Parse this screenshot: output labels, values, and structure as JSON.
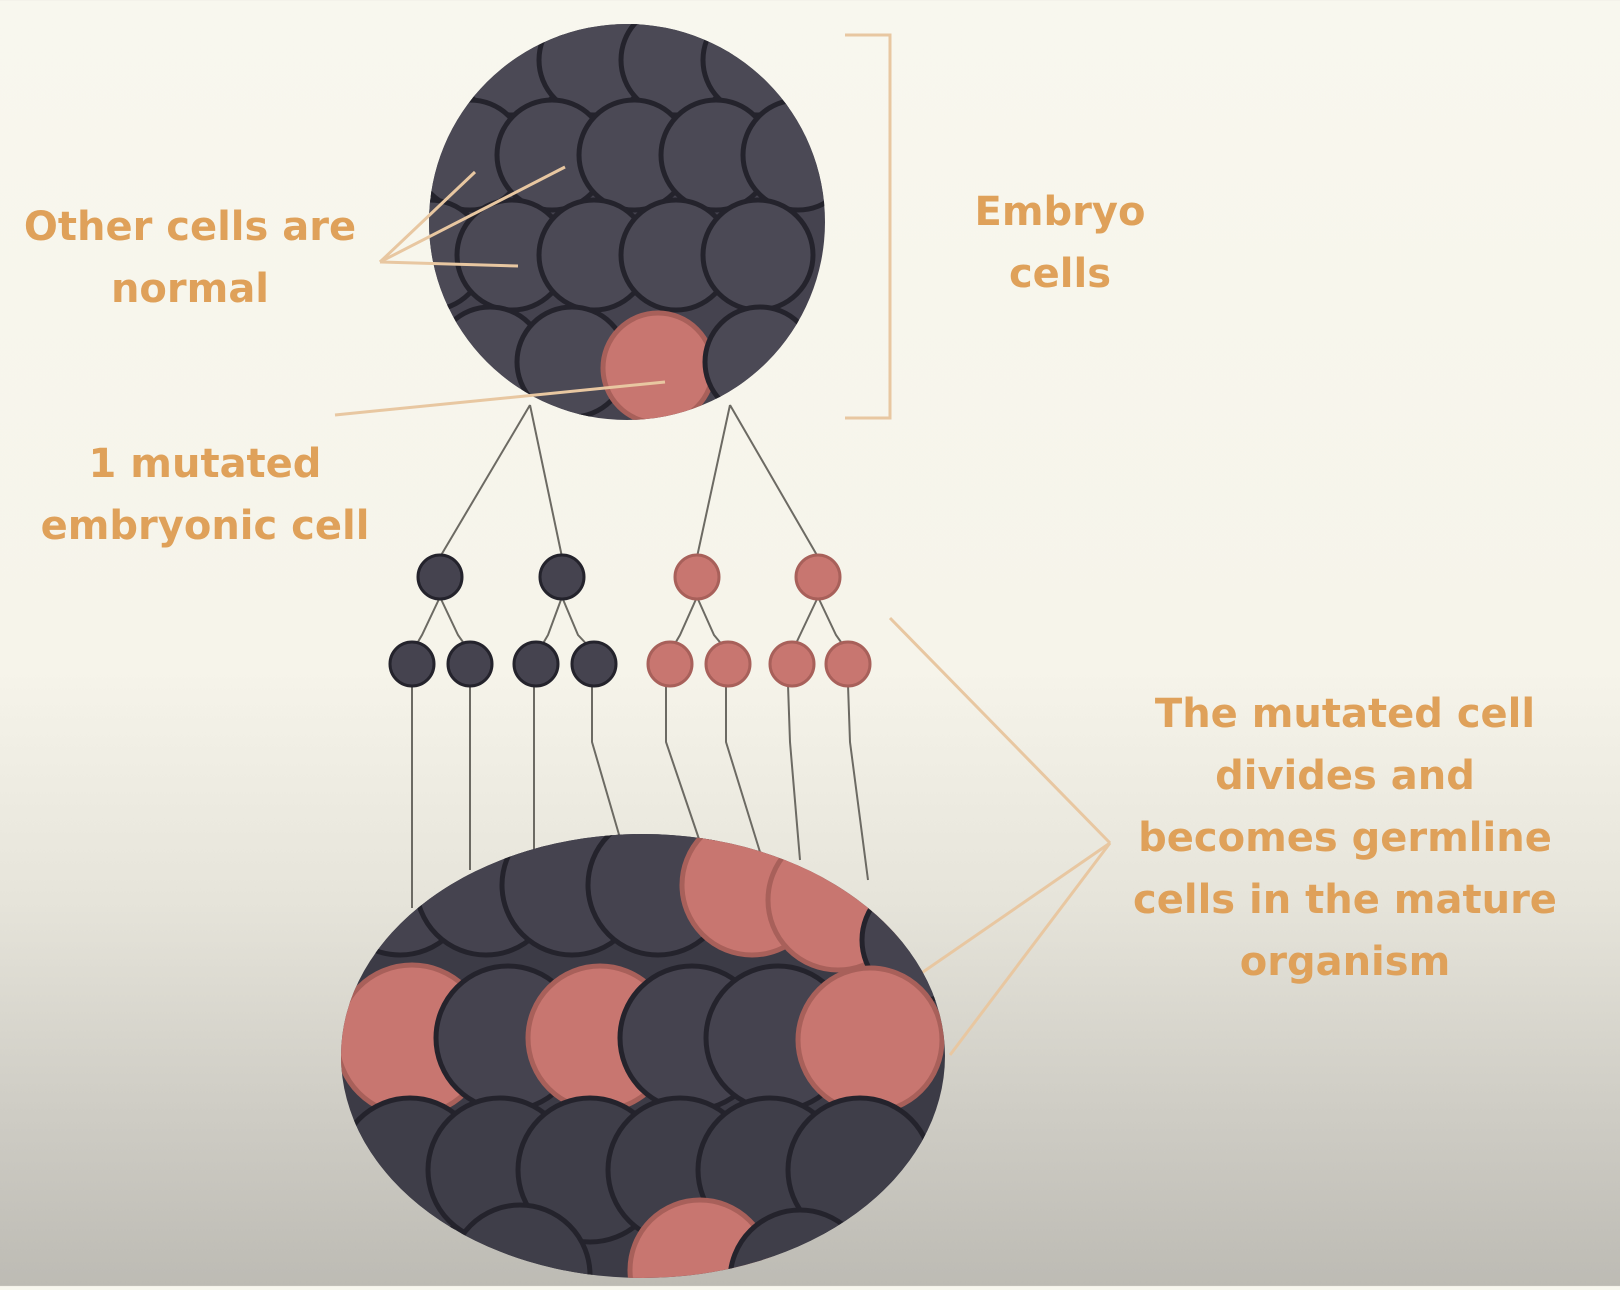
{
  "labels": {
    "other_cells": [
      "Other cells are",
      "normal"
    ],
    "mutated_cell": [
      "1 mutated",
      "embryonic cell"
    ],
    "embryo_cells": [
      "Embryo",
      "cells"
    ],
    "divides": [
      "The mutated cell",
      "divides and",
      "becomes germline",
      "cells in the mature",
      "organism"
    ]
  },
  "colors": {
    "background": "#f8f7ee",
    "label_text": "#dfa15a",
    "normal_cell": "#45434f",
    "cell_outline": "#24232c",
    "mutated_cell": "#c87670",
    "mutated_outline": "#a8605a",
    "connector_line": "#6c6a63",
    "pointer_line": "#e8c7a1"
  },
  "lineage": {
    "generation_1": [
      "normal",
      "normal",
      "mutated",
      "mutated"
    ],
    "generation_2": [
      "normal",
      "normal",
      "normal",
      "normal",
      "mutated",
      "mutated",
      "mutated",
      "mutated"
    ]
  }
}
